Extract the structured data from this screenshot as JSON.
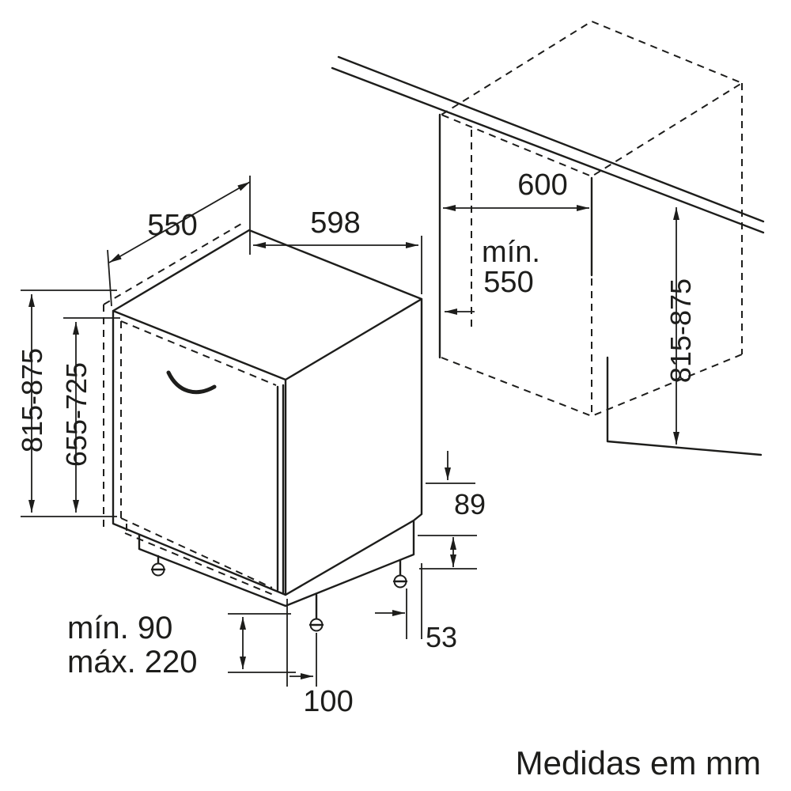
{
  "colors": {
    "ink": "#1d1d1b",
    "background": "#ffffff"
  },
  "appliance": {
    "depth": "550",
    "width": "598",
    "overall_height": "815-875",
    "door_height": "655-725",
    "rear_step_height": "89",
    "side_offset": "53",
    "plinth_min": "mín. 90",
    "plinth_max": "máx. 220",
    "front_foot_setback": "100"
  },
  "niche": {
    "width": "600",
    "depth_prefix": "mín.",
    "depth_value": "550",
    "height": "815-875"
  },
  "footer": {
    "note": "Medidas em mm"
  }
}
